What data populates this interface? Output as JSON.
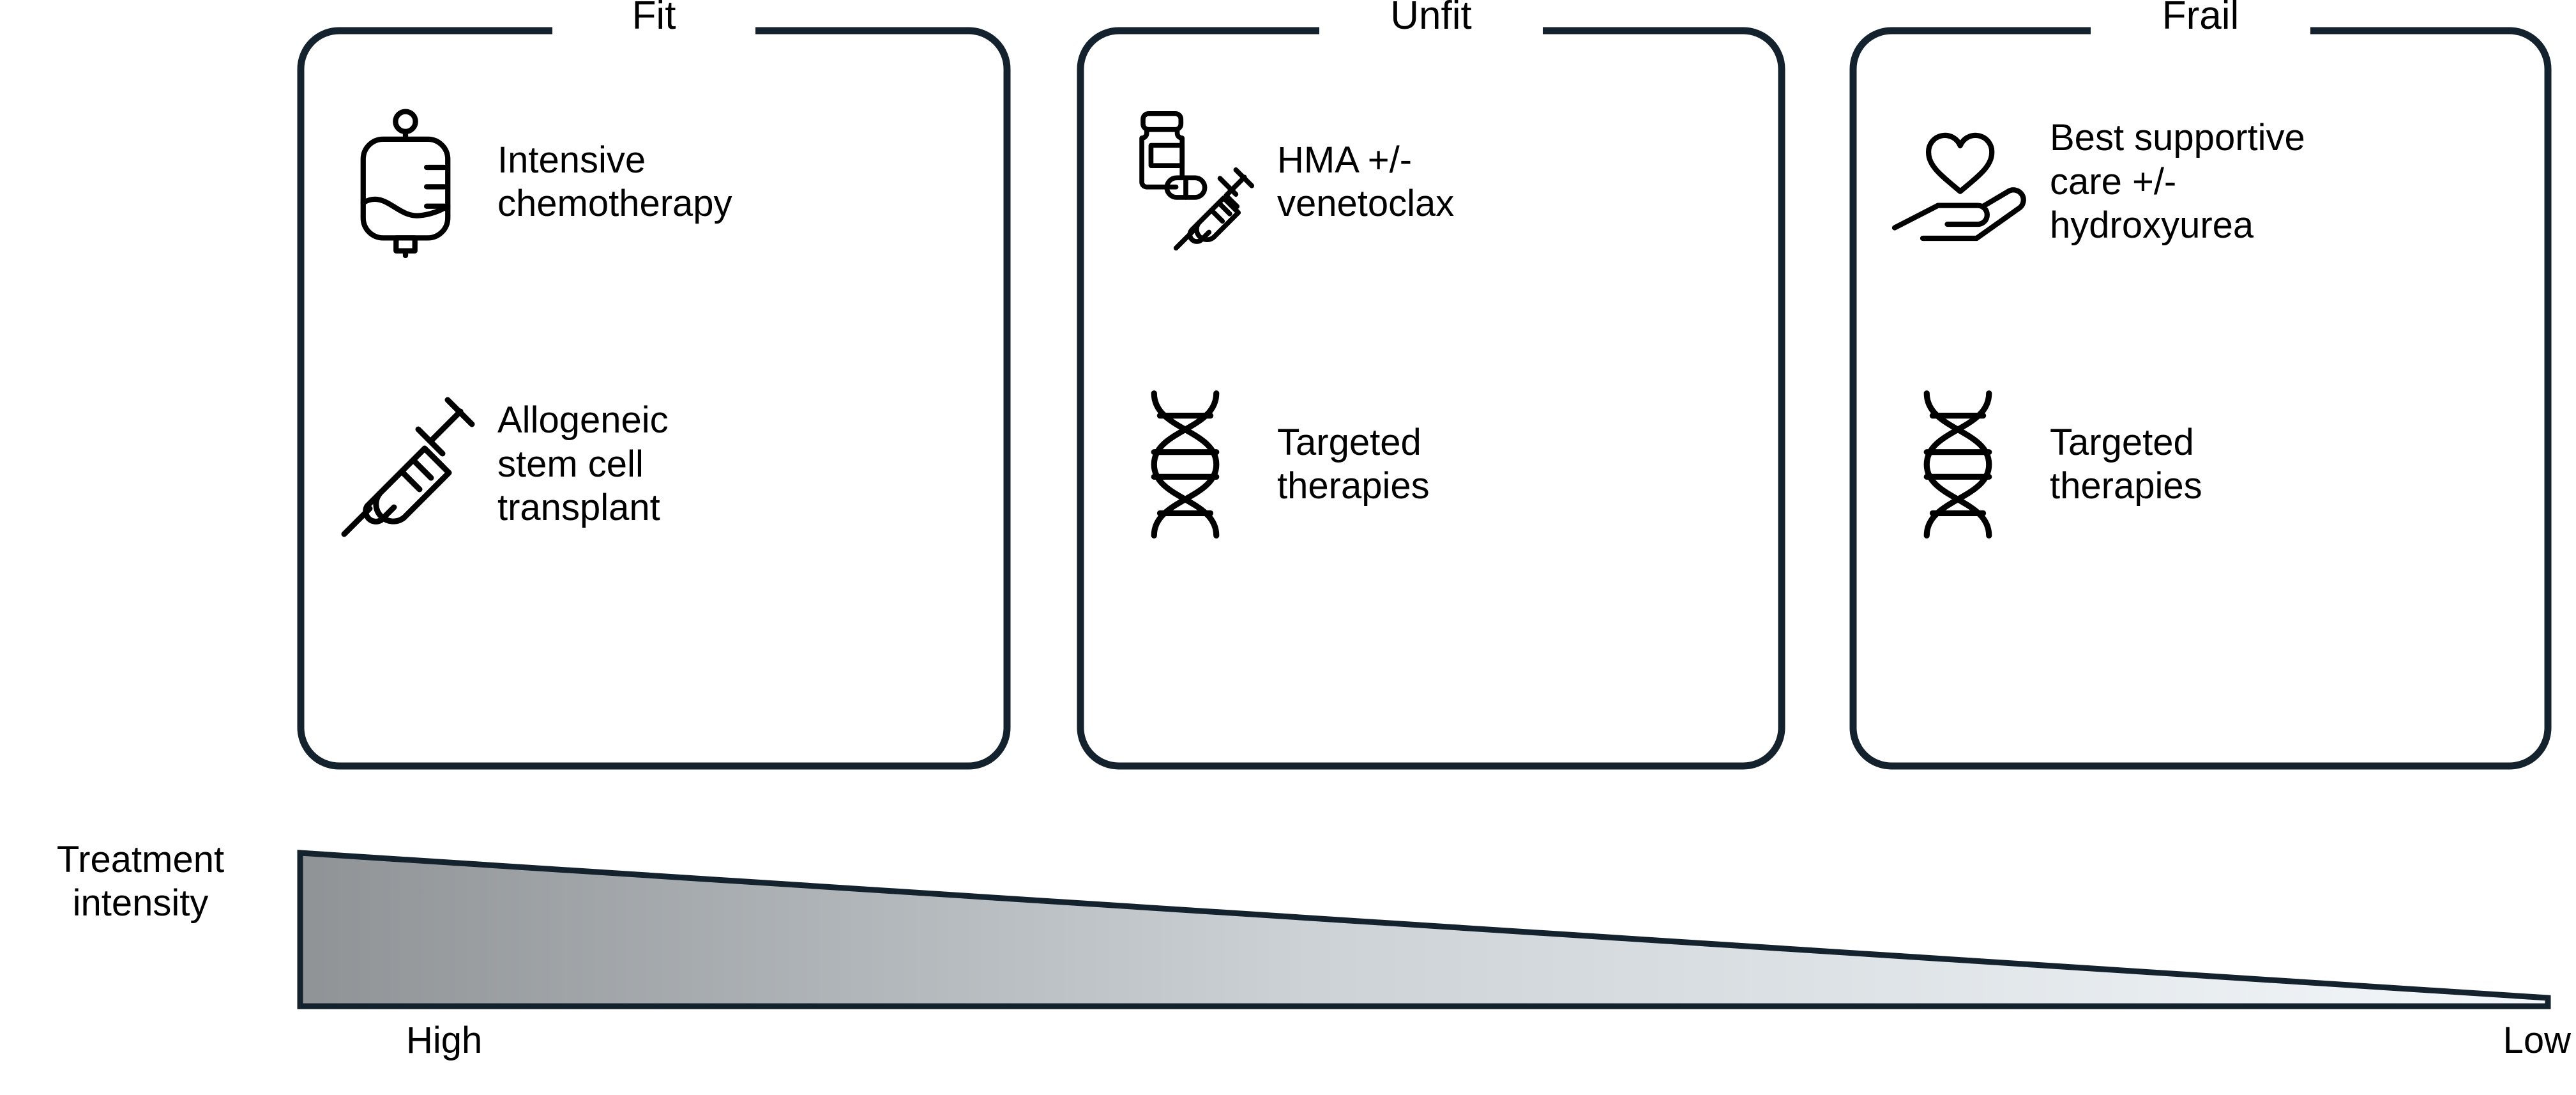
{
  "cards": [
    {
      "legend": "Fit",
      "items": [
        {
          "icon": "iv-bag-icon",
          "label": "Intensive\nchemotherapy"
        },
        {
          "icon": "syringe-icon",
          "label": "Allogeneic\nstem cell\ntransplant"
        }
      ]
    },
    {
      "legend": "Unfit",
      "items": [
        {
          "icon": "pill-bottle-syringe-icon",
          "label": "HMA +/-\nvenetoclax"
        },
        {
          "icon": "dna-helix-icon",
          "label": "Targeted\ntherapies"
        }
      ]
    },
    {
      "legend": "Frail",
      "items": [
        {
          "icon": "heart-in-hand-icon",
          "label": "Best supportive\ncare +/-\nhydroxyurea"
        },
        {
          "icon": "dna-helix-icon",
          "label": "Targeted\ntherapies"
        }
      ]
    }
  ],
  "intensity": {
    "axis_label": "Treatment\nintensity",
    "high_label": "High",
    "low_label": "Low"
  },
  "colors": {
    "card_border": "#14222e",
    "wedge_outline": "#14222e",
    "wedge_fill_high": "#8f9396",
    "wedge_fill_mid": "#ccd2d6",
    "wedge_fill_low": "#f4f8fb",
    "text": "#000000",
    "icon_stroke": "#000000",
    "background": "#ffffff"
  }
}
